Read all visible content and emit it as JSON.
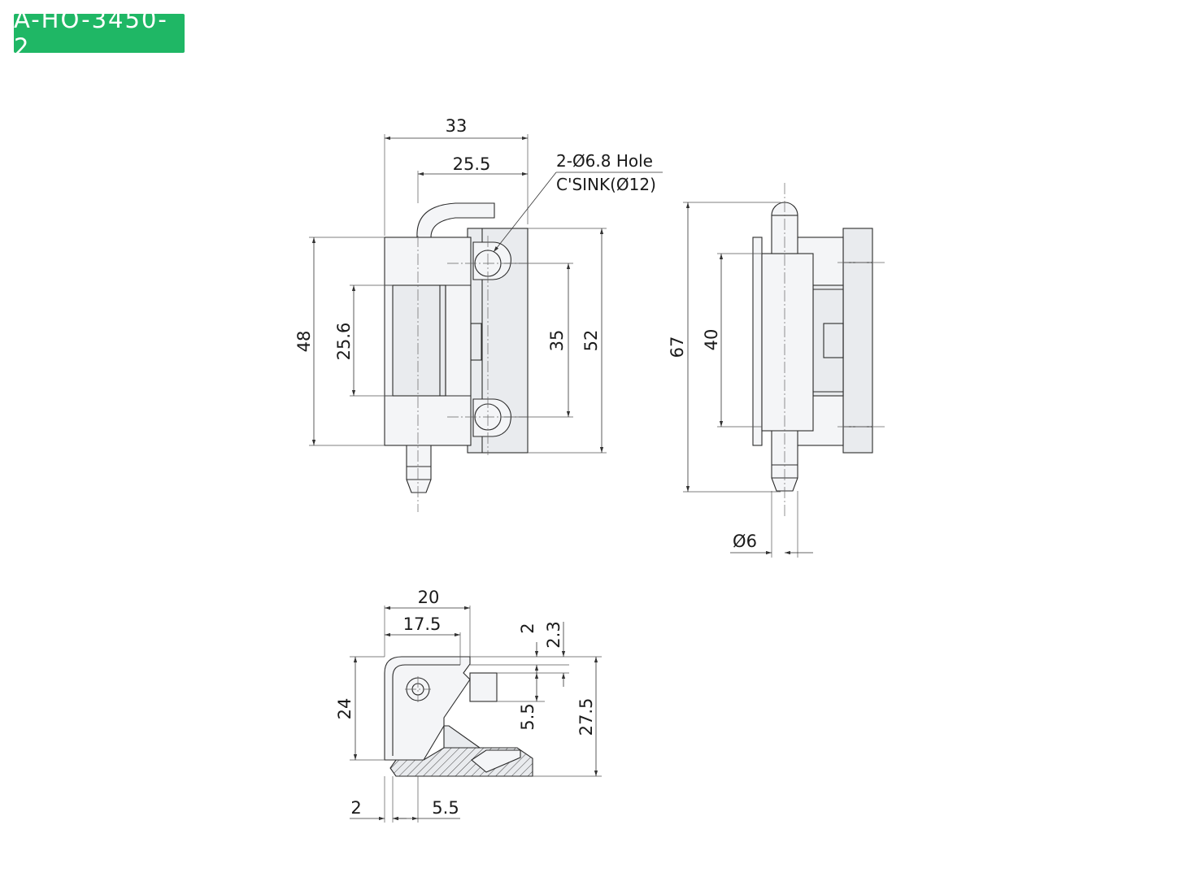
{
  "badge": {
    "label": "A-HO-3450-2",
    "color": "#1fb765"
  },
  "callout": {
    "line1": "2-Ø6.8 Hole",
    "line2": "C'SINK(Ø12)"
  },
  "front_view": {
    "dim_33": "33",
    "dim_25_5": "25.5",
    "dim_48": "48",
    "dim_25_6": "25.6",
    "dim_35": "35",
    "dim_52": "52"
  },
  "side_view": {
    "dim_67": "67",
    "dim_40": "40",
    "dim_d6": "Ø6"
  },
  "bottom_view": {
    "dim_20": "20",
    "dim_17_5": "17.5",
    "dim_2_top": "2",
    "dim_2_3": "2.3",
    "dim_24": "24",
    "dim_5_5_right": "5.5",
    "dim_27_5": "27.5",
    "dim_2_bottom": "2",
    "dim_5_5_bottom": "5.5"
  }
}
